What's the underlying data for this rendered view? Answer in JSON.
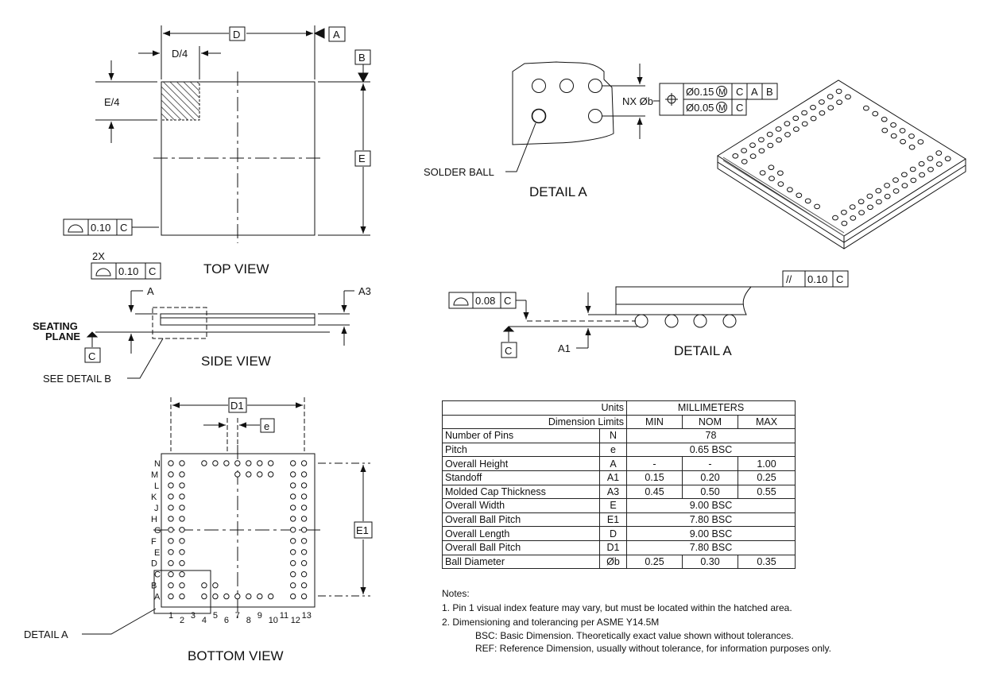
{
  "drawing": {
    "datums": {
      "a": "A",
      "b": "B",
      "c": "C",
      "d": "D",
      "e": "E",
      "d1": "D1",
      "e1": "E1",
      "e_pitch": "e",
      "a3": "A3",
      "a1": "A1"
    },
    "top_view": {
      "title": "TOP VIEW",
      "d4": "D/4",
      "e4": "E/4",
      "flatness": "0.10",
      "multiplier": "2X"
    },
    "side_view": {
      "title": "SIDE VIEW",
      "seating_plane": "SEATING",
      "seating_plane_2": "PLANE",
      "see_detail": "SEE DETAIL B"
    },
    "bottom_view": {
      "title": "BOTTOM VIEW",
      "detail_label": "DETAIL A",
      "row_letters": [
        "N",
        "M",
        "L",
        "K",
        "J",
        "H",
        "G",
        "F",
        "E",
        "D",
        "C",
        "B",
        "A"
      ],
      "col_numbers": [
        "1",
        "2",
        "3",
        "4",
        "5",
        "6",
        "7",
        "8",
        "9",
        "10",
        "11",
        "12",
        "13"
      ]
    },
    "detail_a_top": {
      "title": "DETAIL A",
      "solder_ball": "SOLDER BALL",
      "nxb": "NX Øb",
      "tol1": "Ø0.15",
      "tol2": "Ø0.05",
      "mmc": "M"
    },
    "detail_a_side": {
      "title": "DETAIL A",
      "coplanarity": "0.08",
      "parallel": "0.10",
      "parallel_symbol": "//"
    }
  },
  "table": {
    "header1": [
      "Units",
      "MILLIMETERS"
    ],
    "header2": [
      "Dimension Limits",
      "MIN",
      "NOM",
      "MAX"
    ],
    "rows": [
      {
        "name": "Number of Pins",
        "sym": "N",
        "span": "78"
      },
      {
        "name": "Pitch",
        "sym": "e",
        "span": "0.65 BSC"
      },
      {
        "name": "Overall Height",
        "sym": "A",
        "min": "-",
        "nom": "-",
        "max": "1.00"
      },
      {
        "name": "Standoff",
        "sym": "A1",
        "min": "0.15",
        "nom": "0.20",
        "max": "0.25"
      },
      {
        "name": "Molded Cap Thickness",
        "sym": "A3",
        "min": "0.45",
        "nom": "0.50",
        "max": "0.55"
      },
      {
        "name": "Overall Width",
        "sym": "E",
        "span": "9.00 BSC"
      },
      {
        "name": "Overall Ball Pitch",
        "sym": "E1",
        "span": "7.80 BSC"
      },
      {
        "name": "Overall Length",
        "sym": "D",
        "span": "9.00 BSC"
      },
      {
        "name": "Overall Ball Pitch",
        "sym": "D1",
        "span": "7.80 BSC"
      },
      {
        "name": "Ball Diameter",
        "sym": "Øb",
        "min": "0.25",
        "nom": "0.30",
        "max": "0.35"
      }
    ]
  },
  "notes": {
    "heading": "Notes:",
    "n1": "1.  Pin 1 visual index feature may vary, but must be located within the hatched area.",
    "n2": "2.  Dimensioning and tolerancing per ASME Y14.5M",
    "bsc": "BSC: Basic Dimension. Theoretically exact value shown without tolerances.",
    "ref": "REF: Reference Dimension, usually without tolerance, for information purposes only."
  }
}
